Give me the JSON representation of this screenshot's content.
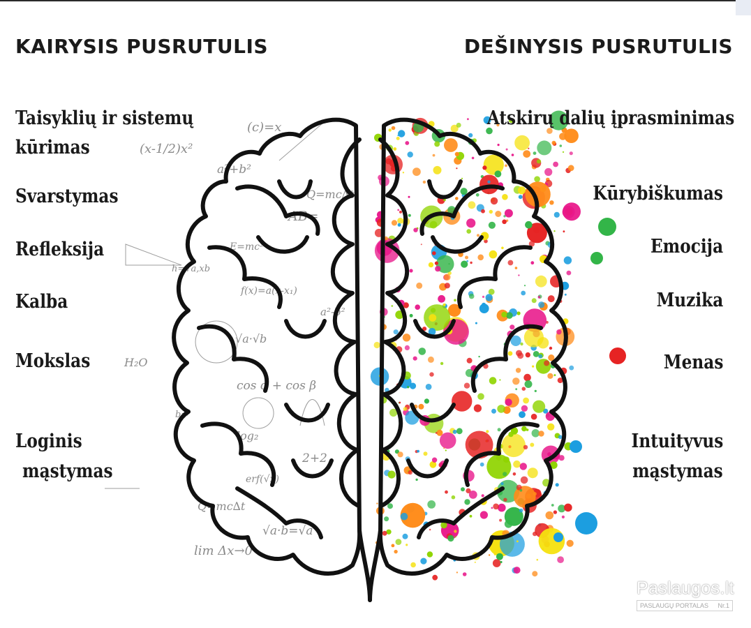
{
  "headings": {
    "left": "KAIRYSIS PUSRUTULIS",
    "right": "DEŠINYSIS PUSRUTULIS"
  },
  "left_items": [
    {
      "line1": "Taisyklių ir sistemų",
      "line2": "kūrimas"
    },
    {
      "line1": "Svarstymas"
    },
    {
      "line1": "Refleksija"
    },
    {
      "line1": "Kalba"
    },
    {
      "line1": "Mokslas"
    },
    {
      "line1": "Loginis",
      "line2": "mąstymas"
    }
  ],
  "right_items": [
    {
      "line1": "Atskirų dalių įprasminimas"
    },
    {
      "line1": "Kūrybiškumas"
    },
    {
      "line1": "Emocija"
    },
    {
      "line1": "Muzika"
    },
    {
      "line1": "Menas"
    },
    {
      "line1": "Intuityvus",
      "line2": "mąstymas"
    }
  ],
  "formulas": [
    "(c)=x",
    "(x-1/2)x²",
    "a²+b²",
    "Q=mc∆t",
    "AB=",
    "E=mc²",
    "h=√a,xb",
    "f(x)=a(x-x₁)",
    "a²-b²",
    "√a·√b",
    "H₂O",
    "cos α + cos β",
    "b=",
    "log₂",
    "2+2",
    "erf(√x)",
    "Q=mc∆t",
    "√a·b=√a",
    "lim Δx→0"
  ],
  "watermark": {
    "name": "Paslaugos.lt",
    "tagline": "PASLAUGŲ PORTALAS",
    "rank": "Nr.1"
  },
  "colors": {
    "text": "#1a1a1a",
    "splash": [
      "#e8178a",
      "#f5e10f",
      "#33b548",
      "#1c9ee0",
      "#e62323",
      "#ff8c1a",
      "#8fd400"
    ]
  }
}
